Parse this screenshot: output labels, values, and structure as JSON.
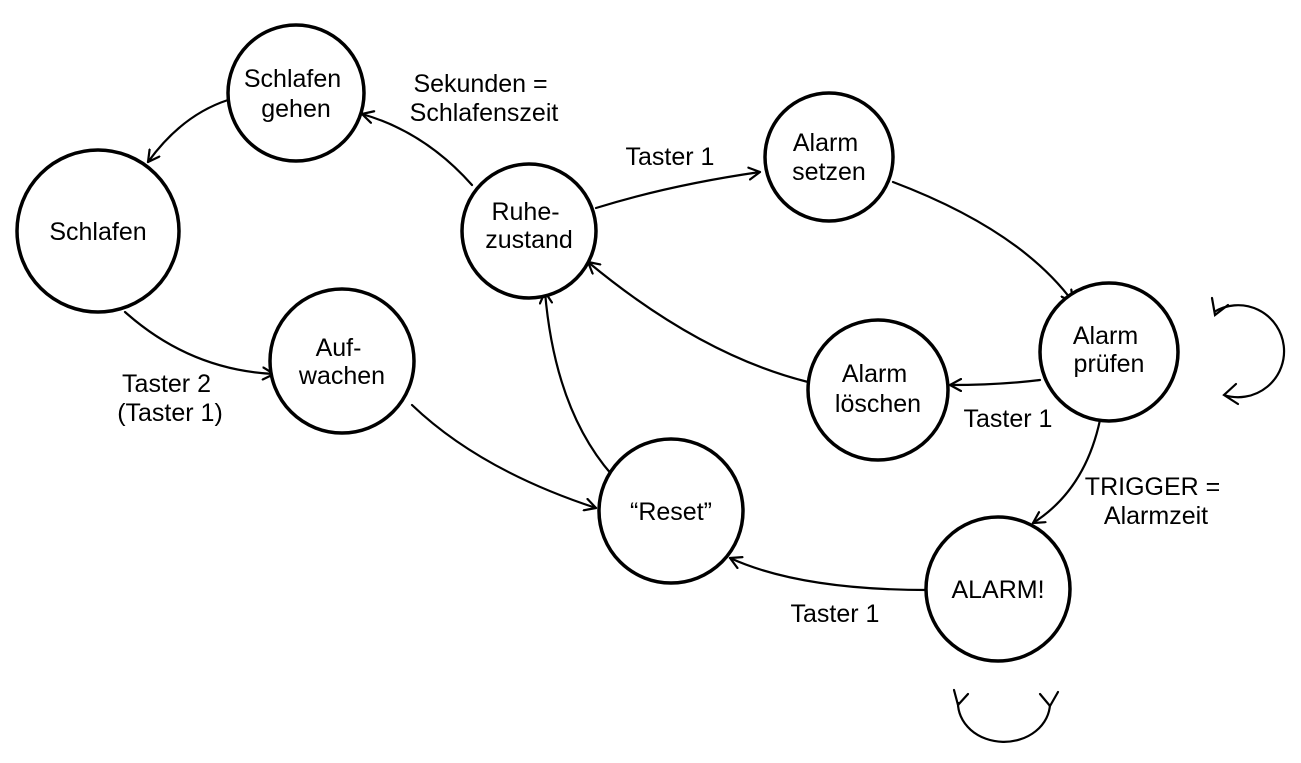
{
  "nodes": {
    "schlafen_gehen": [
      "Schlafen",
      "gehen"
    ],
    "schlafen": [
      "Schlafen"
    ],
    "aufwachen": [
      "Auf-",
      "wachen"
    ],
    "ruhezustand": [
      "Ruhe-",
      "zustand"
    ],
    "alarm_setzen": [
      "Alarm",
      "setzen"
    ],
    "alarm_pruefen": [
      "Alarm",
      "prüfen"
    ],
    "alarm_loeschen": [
      "Alarm",
      "löschen"
    ],
    "reset": [
      "“Reset”"
    ],
    "alarm": [
      "ALARM!"
    ]
  },
  "edge_labels": {
    "sekunden": [
      "Sekunden =",
      "Schlafenszeit"
    ],
    "taster1_setzen": [
      "Taster 1"
    ],
    "taster2": [
      "Taster 2",
      "(Taster 1)"
    ],
    "taster1_loeschen": [
      "Taster 1"
    ],
    "trigger": [
      "TRIGGER =",
      "Alarmzeit"
    ],
    "taster1_alarm": [
      "Taster 1"
    ]
  }
}
